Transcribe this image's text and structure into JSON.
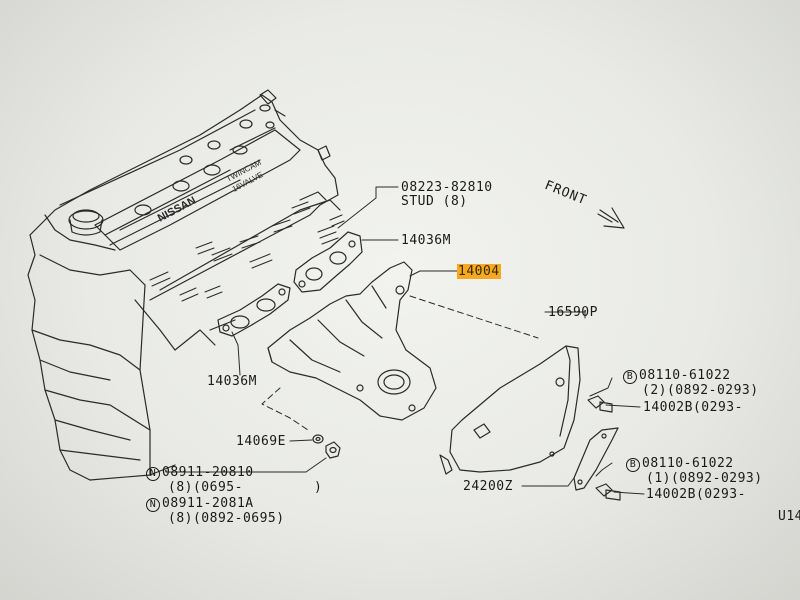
{
  "labels": {
    "stud_part": "08223-82810",
    "stud_desc": "STUD (8)",
    "gasket_upper": "14036M",
    "manifold": "14004",
    "heat_shield": "16590P",
    "gasket_lower": "14036M",
    "washer": "14069E",
    "nut_part": "08911-20810",
    "nut_range": "(8)(0695-",
    "nut_range_close": ")",
    "nut2_part": "08911-2081A",
    "nut2_range": "(8)(0892-0695)",
    "bolt1_part": "08110-61022",
    "bolt1_range": "(2)(0892-0293)",
    "bolt1_ref": "14002B(0293-",
    "bolt2_part": "08110-61022",
    "bolt2_range": "(1)(0892-0293)",
    "bolt2_ref": "14002B(0293-",
    "bracket": "24200Z",
    "front": "FRONT",
    "page_code": "U14"
  },
  "engine_text": {
    "brand": "NISSAN",
    "twincam": "TWINCAM",
    "valve": "16VALVE"
  },
  "markers": {
    "n": "N",
    "b": "B"
  },
  "colors": {
    "highlight": "#f6a91f",
    "ink": "#1a1a1a"
  }
}
